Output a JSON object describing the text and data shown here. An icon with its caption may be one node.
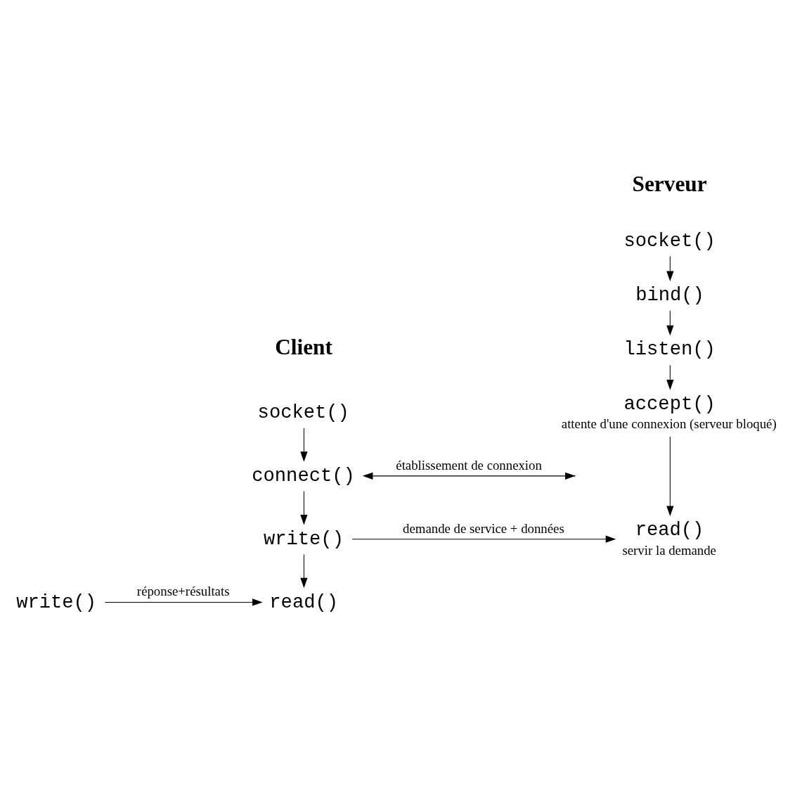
{
  "diagram": {
    "nodes": [
      {
        "text": [
          "socket()"
        ]
      },
      {
        "text": [
          "bind()"
        ]
      },
      {
        "text": [
          "listen()"
        ]
      },
      {
        "text": [
          "accept()"
        ],
        "beside": [
          "attente d'une connexion (serveur bloqué)"
        ]
      },
      {
        "text": [
          "read()"
        ],
        "beside": [
          "servir la demande"
        ]
      },
      {
        "text": [
          "write()"
        ]
      },
      {
        "text": [
          "socket()"
        ]
      },
      {
        "text": [
          "connect()"
        ]
      },
      {
        "text": [
          "write()"
        ]
      },
      {
        "text": [
          "read()"
        ]
      }
    ],
    "edges": [
      {
        "from": 0,
        "to": 1,
        "arrow": "to"
      },
      {
        "from": 1,
        "to": 2,
        "arrow": "to"
      },
      {
        "from": 2,
        "to": 3,
        "arrow": "to"
      },
      {
        "from": 3,
        "to": 4,
        "arrow": "to"
      },
      {
        "from": 6,
        "to": 7,
        "arrow": "to"
      },
      {
        "from": 7,
        "to": 8,
        "arrow": "to"
      },
      {
        "from": 8,
        "to": 9,
        "arrow": "to"
      },
      {
        "from": 7,
        "to": null,
        "arrow": "both",
        "label": "établissement de connexion"
      },
      {
        "from": 8,
        "to": 4,
        "arrow": "to",
        "label": "demande de service + données"
      },
      {
        "from": 5,
        "to": 9,
        "arrow": "to",
        "label": "réponse+résultats"
      }
    ],
    "labels": [
      "Serveur",
      "Client"
    ]
  }
}
